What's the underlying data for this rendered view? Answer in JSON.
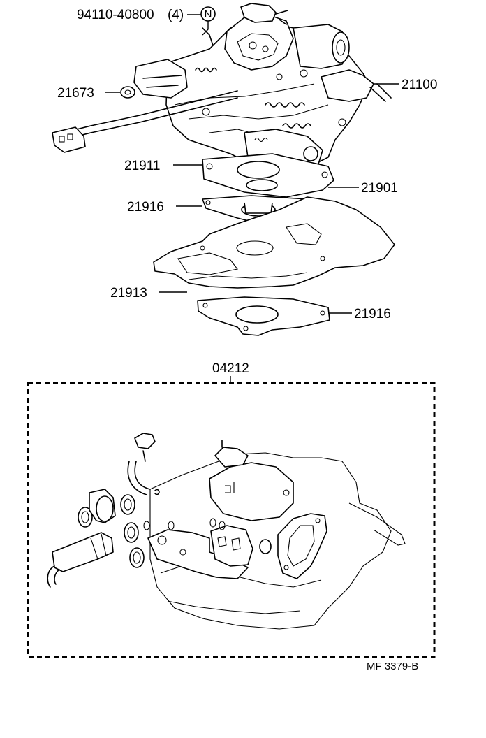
{
  "labels": {
    "bolt": "94110-40800",
    "bolt_qty": "(4)",
    "bolt_mark": "N",
    "carburetor": "21100",
    "plug": "21673",
    "insulator": "21911",
    "gasket_upper": "21916",
    "plate": "21901",
    "heat_insulator": "21913",
    "gasket_lower": "21916",
    "repair_kit": "04212",
    "figure_code": "MF  3379-B"
  }
}
